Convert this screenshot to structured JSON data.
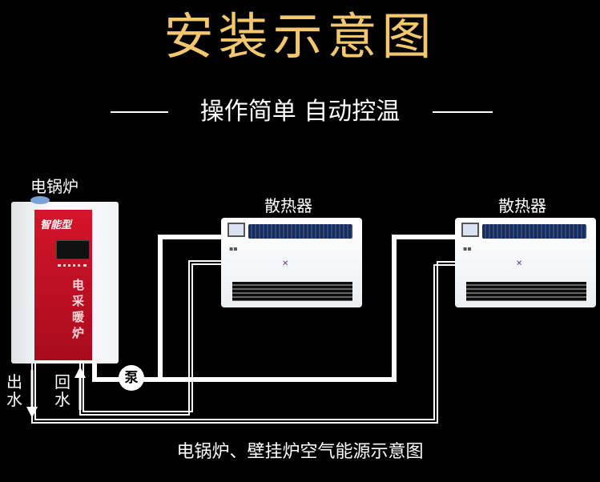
{
  "title": "安装示意图",
  "subtitle": "操作简单  自动控温",
  "boiler": {
    "label": "电锅炉",
    "panel_title": "智能型",
    "panel_text": [
      "电",
      "采",
      "暖",
      "炉"
    ]
  },
  "radiators": [
    {
      "label": "散热器"
    },
    {
      "label": "散热器"
    }
  ],
  "pump_label": "泵",
  "outlet_label": [
    "出",
    "水"
  ],
  "return_label": [
    "回",
    "水"
  ],
  "caption": "电锅炉、壁挂炉空气能源示意图",
  "colors": {
    "background": "#000000",
    "title": "#f2c76e",
    "text": "#ffffff",
    "boiler_panel": "#c41020"
  }
}
